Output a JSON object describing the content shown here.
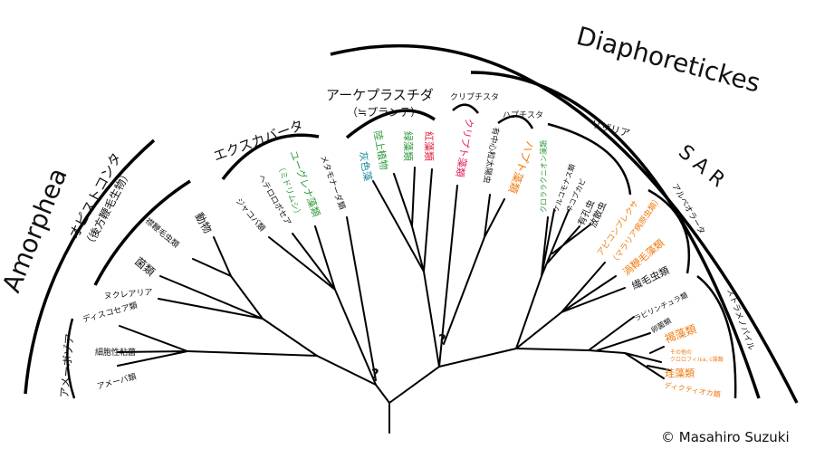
{
  "groups": {
    "amorphea": "Amorphea",
    "diaphoretickes": "Diaphoretickes",
    "sar": "S A R",
    "opisthokonta": "オピストコンタ",
    "opisthokonta_sub": "（後方鞭毛生物）",
    "amoebozoa": "アメーボゾア",
    "excavata": "エクスカバータ",
    "archaeplastida": "アーケプラスチダ",
    "archaeplastida_sub": "（≒プランテ）",
    "cryptista": "クリプチスタ",
    "haptista": "ハプチスタ",
    "rhizaria": "リザリア",
    "alveolata": "アルベオラータ",
    "stramenopiles": "ストラメノパイル"
  },
  "taxa": {
    "discosea": "ディスコセア類",
    "slime": "細胞性粘菌",
    "amoeba": "アメーバ類",
    "nucleariid": "ヌクレアリア",
    "fungi": "菌類",
    "choano": "襟鞭毛虫類",
    "animals": "動物",
    "jakobid": "ジャコバ類",
    "heterolobosea": "ヘテロロボセア",
    "euglena": "ユーグレナ藻類",
    "euglena_sub": "（ミドリムシ）",
    "metamonada": "メタモナーダ類",
    "glauco": "灰色藻",
    "land": "陸上植物",
    "green": "緑藻類",
    "red": "紅藻類",
    "crypto": "クリプト藻類",
    "centro": "有中心粒太陽虫",
    "hapto": "ハプト藻類",
    "chlorarach": "クロララクニオン藻類",
    "cerco": "ケルコモナス類",
    "plasmodio": "ネコブカビ",
    "foram": "有孔虫",
    "radio": "放散虫",
    "apicom": "アピコンプレクサ",
    "apicom_sub": "（マラリア病原虫類）",
    "dino": "渦鞭毛藻類",
    "cilia": "繊毛虫類",
    "labyr": "ラビリンチュラ類",
    "oomy": "卵菌類",
    "brown": "褐藻類",
    "otherac": "その他の",
    "otherac2": "クロロフィルa, c藻類",
    "diatom": "珪藻類",
    "dictyo": "ディクティオカ類"
  },
  "unknown_mark": "?",
  "copyright": "© Masahiro Suzuki",
  "colors": {
    "green": "#2e9a3a",
    "teal": "#1a8a96",
    "red": "#e0203a",
    "pink": "#e0205a",
    "orange": "#f07a10"
  }
}
